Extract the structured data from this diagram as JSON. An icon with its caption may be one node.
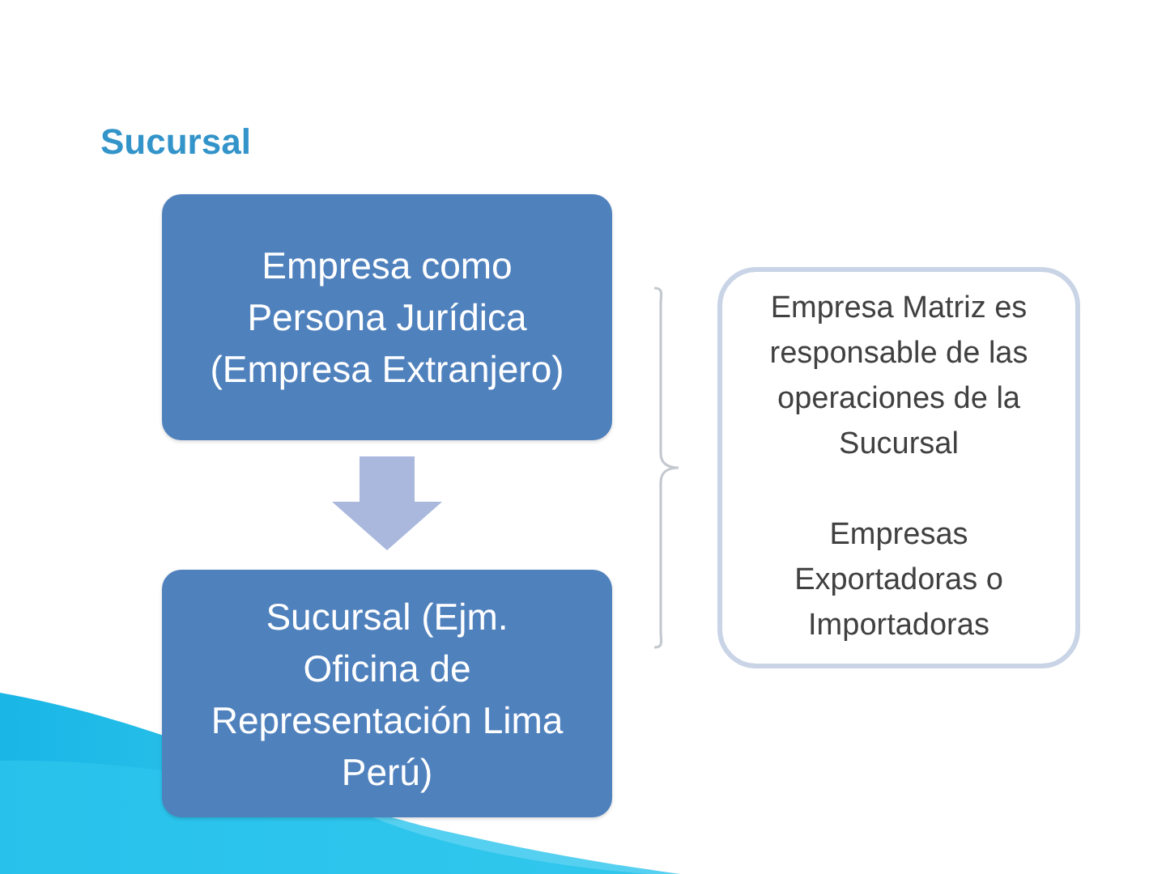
{
  "diagram": {
    "title": "Sucursal",
    "nodes": [
      {
        "text": [
          "Empresa como Persona Jurídica (Empresa Extranjero)"
        ]
      },
      {
        "text": [
          "Sucursal (Ejm. Oficina de Representación Lima Perú)"
        ]
      },
      {
        "text": [
          "Empresa Matriz es responsable de las operaciones de la Sucursal",
          "Empresas Exportadoras o Importadoras"
        ]
      }
    ],
    "edges": [
      {
        "from": 0,
        "to": 1,
        "arrow": "to"
      }
    ]
  }
}
